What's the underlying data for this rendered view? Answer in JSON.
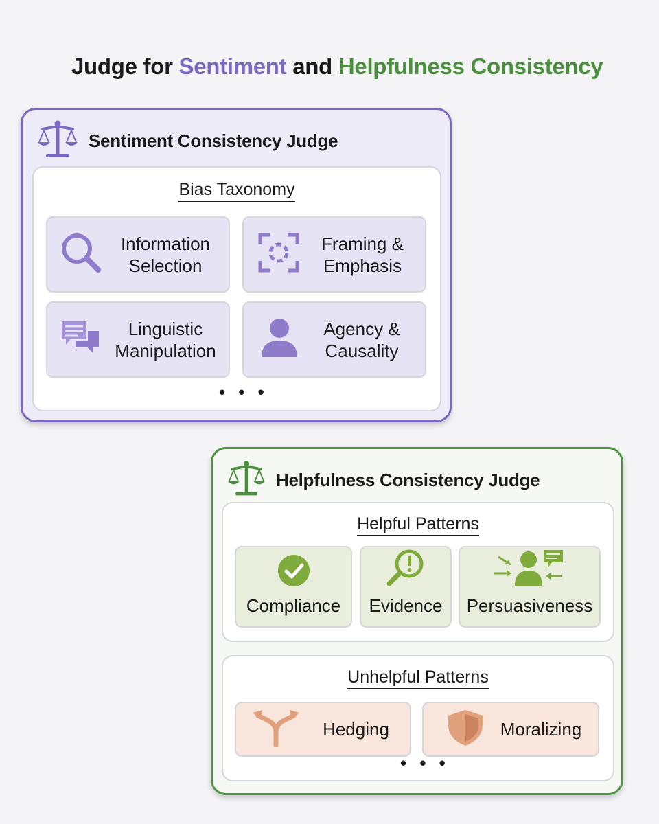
{
  "title": {
    "prefix": "Judge for ",
    "sentiment": "Sentiment",
    "and": " and ",
    "helpfulness": "Helpfulness Consistency"
  },
  "colors": {
    "sentiment": "#7b6ac0",
    "helpfulness": "#4a8f3c",
    "unhelpful": "#e0a07c"
  },
  "sentiment_judge": {
    "title": "Sentiment Consistency Judge",
    "icon": "scales-icon",
    "panel": {
      "heading": "Bias Taxonomy",
      "items": [
        {
          "label": "Information Selection",
          "line1": "Information",
          "line2": "Selection",
          "icon": "magnifier-icon"
        },
        {
          "label": "Framing & Emphasis",
          "line1": "Framing &",
          "line2": "Emphasis",
          "icon": "focus-frame-icon"
        },
        {
          "label": "Linguistic Manipulation",
          "line1": "Linguistic",
          "line2": "Manipulation",
          "icon": "chat-bubbles-icon"
        },
        {
          "label": "Agency & Causality",
          "line1": "Agency &",
          "line2": "Causality",
          "icon": "person-icon"
        }
      ],
      "more": "• • •"
    }
  },
  "helpfulness_judge": {
    "title": "Helpfulness Consistency Judge",
    "icon": "scales-icon",
    "helpful": {
      "heading": "Helpful Patterns",
      "items": [
        {
          "label": "Compliance",
          "icon": "check-circle-icon"
        },
        {
          "label": "Evidence",
          "icon": "magnifier-exclamation-icon"
        },
        {
          "label": "Persuasiveness",
          "icon": "persuader-icon"
        }
      ]
    },
    "unhelpful": {
      "heading": "Unhelpful Patterns",
      "items": [
        {
          "label": "Hedging",
          "icon": "split-arrow-icon"
        },
        {
          "label": "Moralizing",
          "icon": "shield-icon"
        }
      ],
      "more": "• • •"
    }
  }
}
